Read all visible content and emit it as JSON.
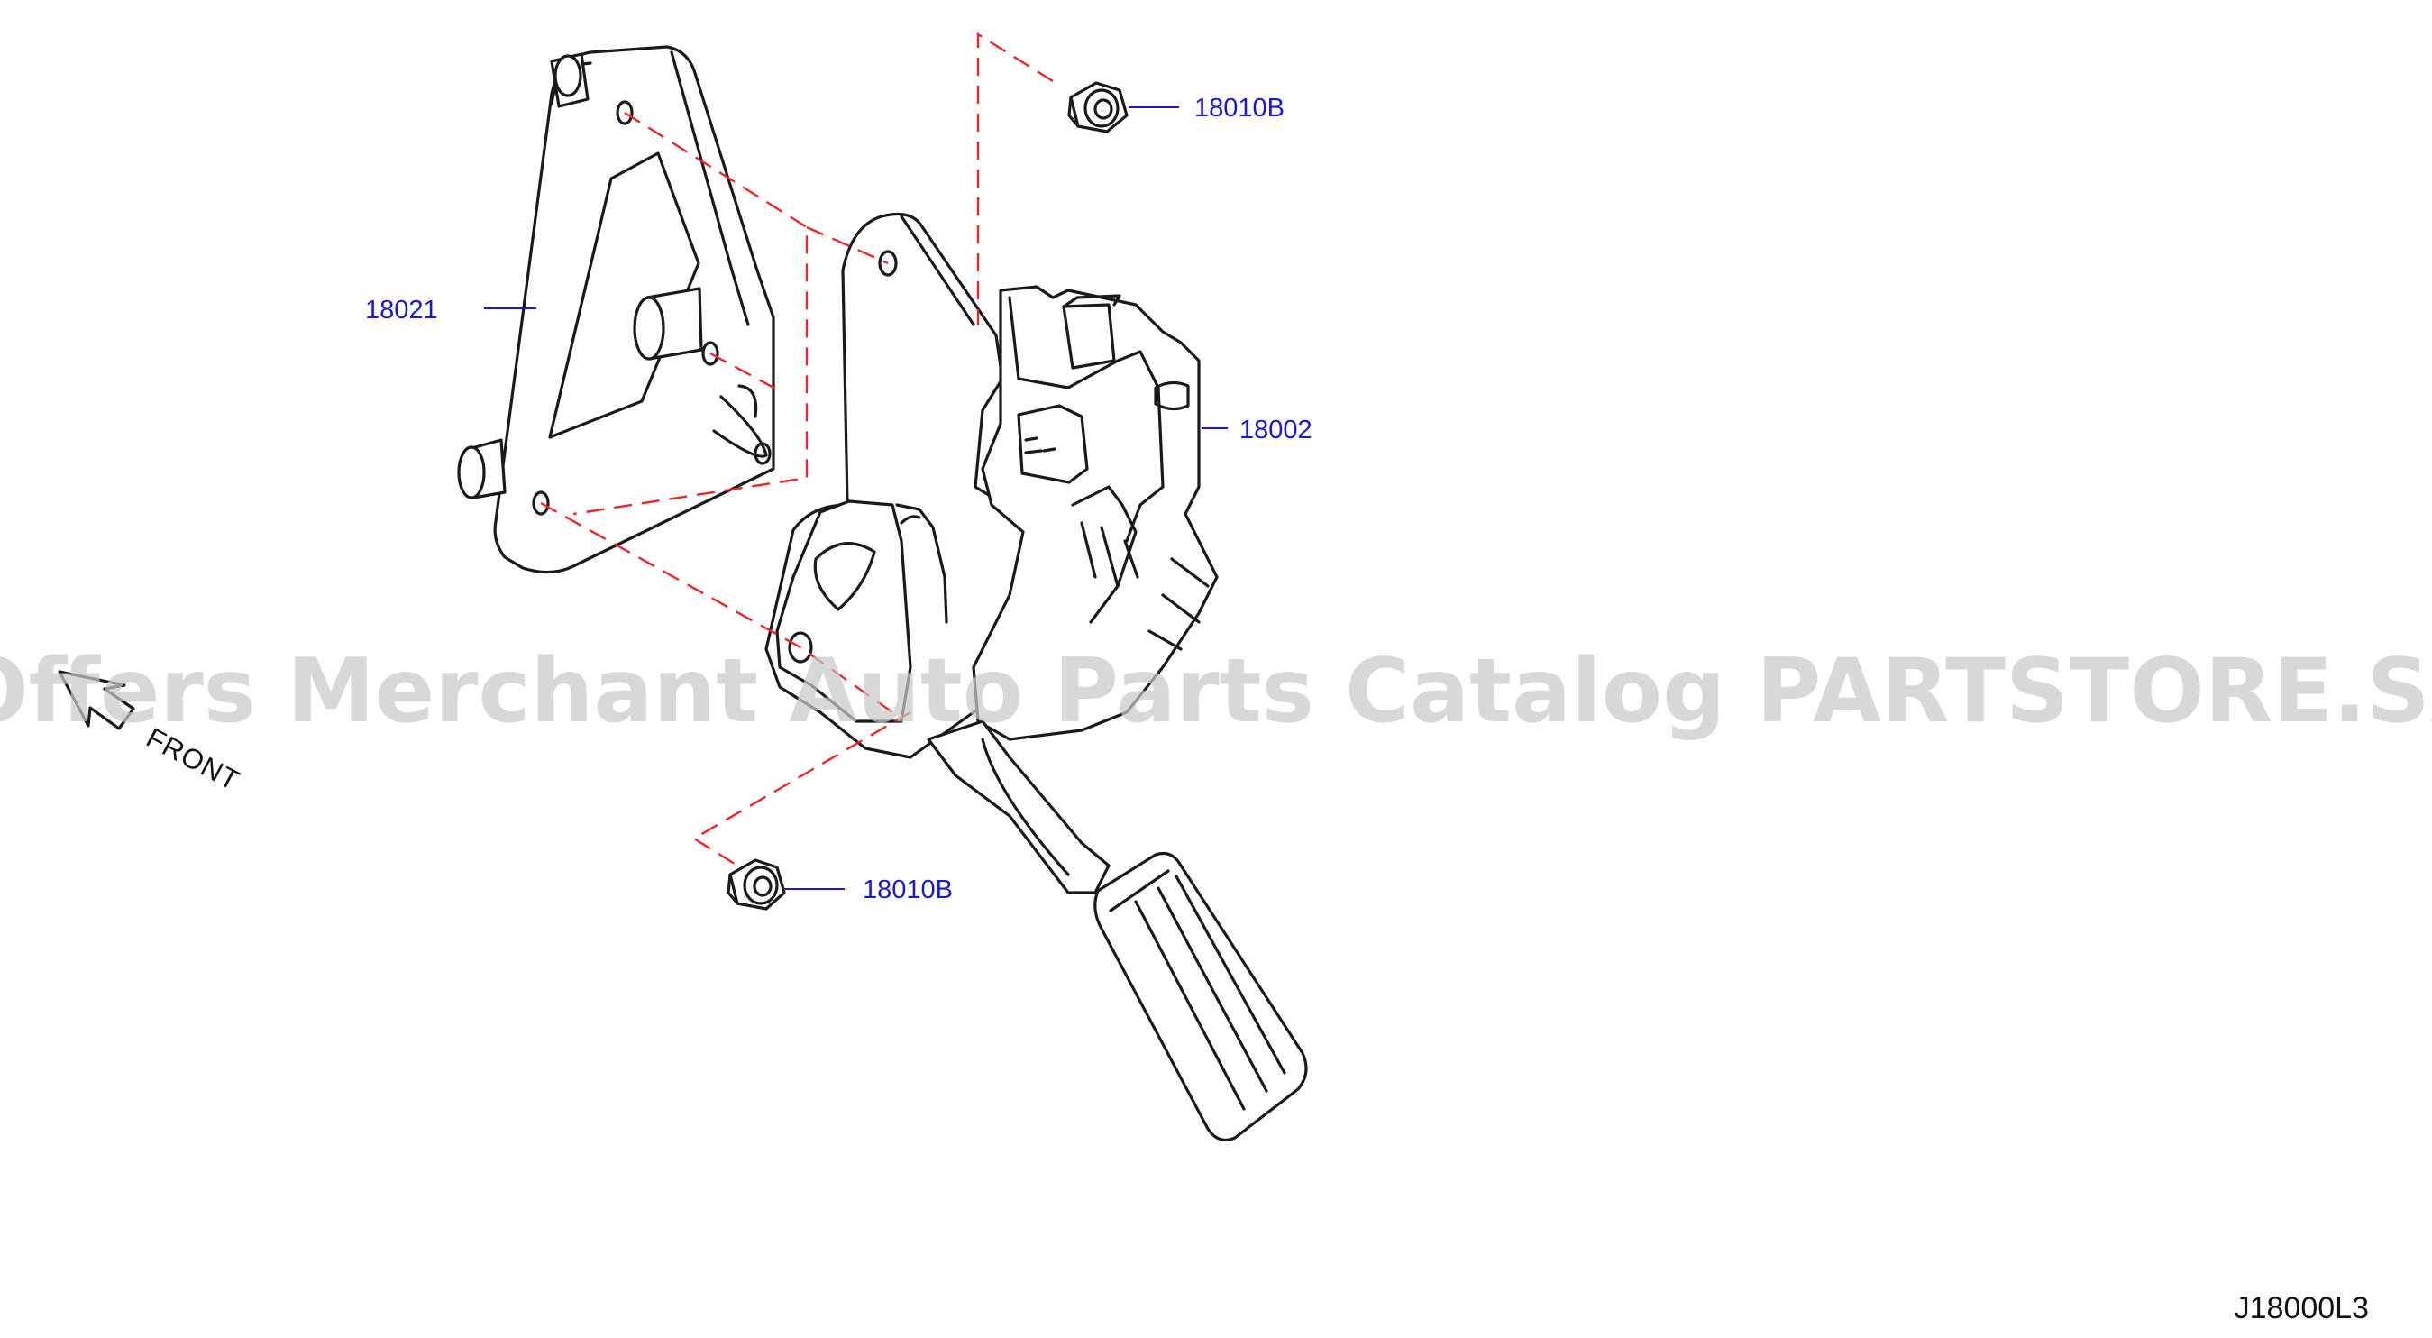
{
  "labels": {
    "nut_top": "18010B",
    "plate": "18021",
    "pedal_assembly": "18002",
    "nut_bottom": "18010B"
  },
  "front_label": "FRONT",
  "watermark": "Offers Merchant Auto Parts Catalog PARTSTORE.SA",
  "diagram_code": "J18000L3",
  "colors": {
    "line": "#1a1a1a",
    "label": "#1a1acc",
    "dashed_guide": "#e8262c",
    "watermark": "#c9c9c9",
    "background": "#ffffff"
  }
}
